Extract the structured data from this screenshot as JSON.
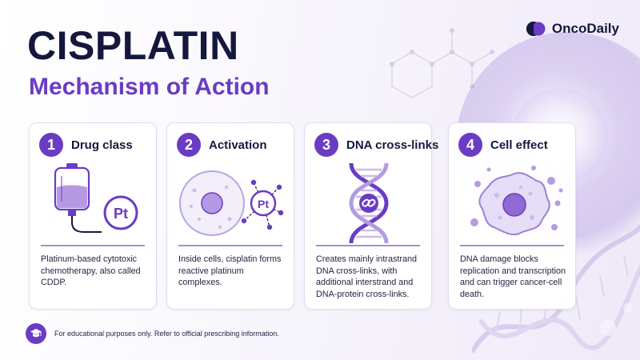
{
  "header": {
    "title": "CISPLATIN",
    "subtitle": "Mechanism of Action"
  },
  "brand": {
    "name": "OncoDaily",
    "logo_icon": "oncodaily-logo-icon"
  },
  "colors": {
    "accent": "#6a3cc4",
    "dark": "#15183d",
    "rule": "#a88bd8"
  },
  "cards": [
    {
      "number": "1",
      "title": "Drug class",
      "icon": "iv-bag-platinum-icon",
      "art_label": "Pt",
      "description": "Platinum-based cytotoxic chemotherapy, also called CDDP."
    },
    {
      "number": "2",
      "title": "Activation",
      "icon": "cell-activation-icon",
      "art_label": "Pt",
      "description": "Inside cells, cisplatin forms reactive platinum complexes."
    },
    {
      "number": "3",
      "title": "DNA cross-links",
      "icon": "dna-crosslink-icon",
      "description": "Creates mainly intrastrand DNA cross-links, with additional interstrand and DNA-protein cross-links."
    },
    {
      "number": "4",
      "title": "Cell effect",
      "icon": "dying-cell-icon",
      "description": "DNA damage blocks replication and transcription and can trigger cancer-cell death."
    }
  ],
  "footer": {
    "icon": "graduation-cap-icon",
    "text": "For educational purposes only. Refer to official prescribing information."
  }
}
